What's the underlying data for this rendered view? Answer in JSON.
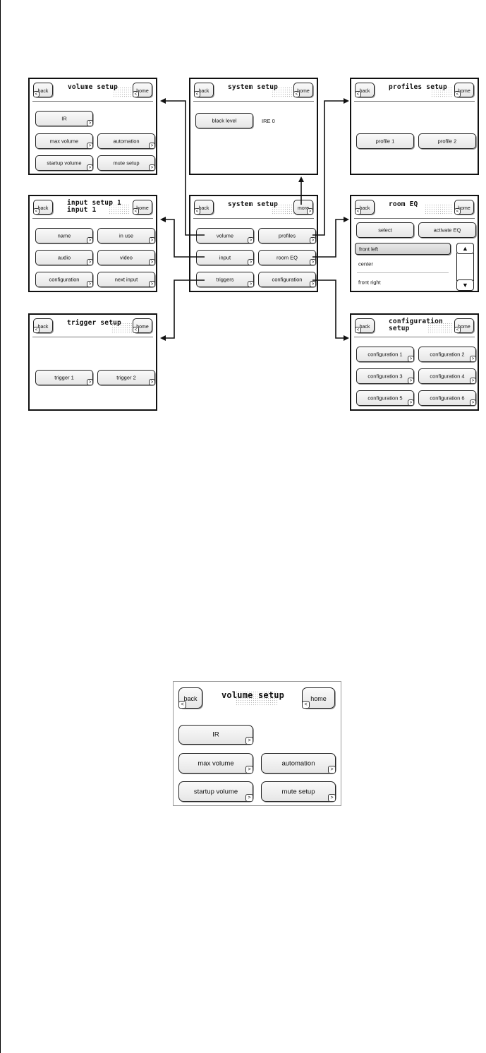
{
  "colors": {
    "line": "#111111",
    "button_top": "#fafafa",
    "button_bottom": "#e6e6e6"
  },
  "icons": {
    "chevron_right": "chevron-right-icon",
    "chevron_left": "chevron-left-icon",
    "arrow_up": "scroll-up-icon",
    "arrow_down": "scroll-down-icon"
  },
  "common": {
    "back": "back",
    "home": "home",
    "more": "more",
    "chev_r": ">",
    "chev_l": "<",
    "up": "▲",
    "down": "▼"
  },
  "volume_setup": {
    "title": "volume setup",
    "buttons": {
      "ir": "IR",
      "max_volume": "max volume",
      "automation": "automation",
      "startup_volume": "startup volume",
      "mute_setup": "mute setup"
    }
  },
  "system_setup_more": {
    "title": "system setup",
    "black_level": "black level",
    "ire": "IRE 0"
  },
  "profiles_setup": {
    "title": "profiles setup",
    "profile_1": "profile 1",
    "profile_2": "profile 2"
  },
  "input_setup": {
    "title_line1": "input setup 1",
    "title_line2": "input 1",
    "buttons": {
      "name": "name",
      "in_use": "in use",
      "audio": "audio",
      "video": "video",
      "configuration": "configuration",
      "next_input": "next input"
    }
  },
  "system_setup": {
    "title": "system setup",
    "buttons": {
      "volume": "volume",
      "profiles": "profiles",
      "input": "input",
      "room_eq": "room EQ",
      "triggers": "triggers",
      "configuration": "configuration"
    }
  },
  "room_eq": {
    "title": "room EQ",
    "select": "select",
    "activate_eq": "activate EQ",
    "items": [
      "front left",
      "center",
      "front right"
    ]
  },
  "trigger_setup": {
    "title": "trigger setup",
    "trigger_1": "trigger 1",
    "trigger_2": "trigger 2"
  },
  "configuration_setup": {
    "title_line1": "configuration",
    "title_line2": "setup",
    "items": [
      "configuration 1",
      "configuration 2",
      "configuration 3",
      "configuration 4",
      "configuration 5",
      "configuration 6"
    ]
  },
  "big_volume_setup": {
    "title": "volume setup",
    "buttons": {
      "ir": "IR",
      "max_volume": "max volume",
      "automation": "automation",
      "startup_volume": "startup volume",
      "mute_setup": "mute setup"
    }
  }
}
